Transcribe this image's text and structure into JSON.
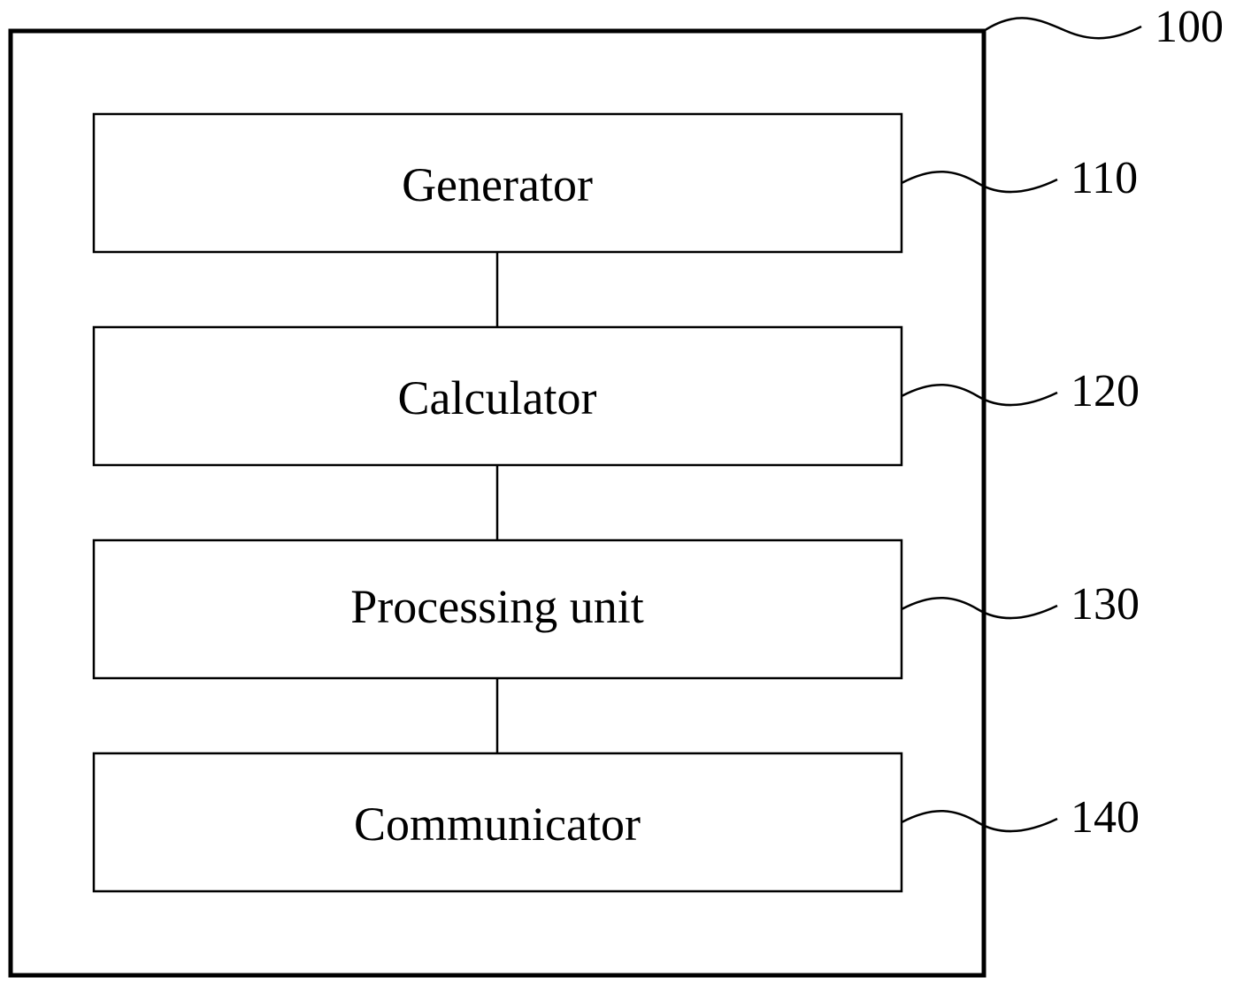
{
  "diagram": {
    "container": {
      "ref": "100"
    },
    "blocks": [
      {
        "label": "Generator",
        "ref": "110"
      },
      {
        "label": "Calculator",
        "ref": "120"
      },
      {
        "label": "Processing unit",
        "ref": "130"
      },
      {
        "label": "Communicator",
        "ref": "140"
      }
    ],
    "stroke_color": "#000000",
    "background_color": "#ffffff"
  }
}
